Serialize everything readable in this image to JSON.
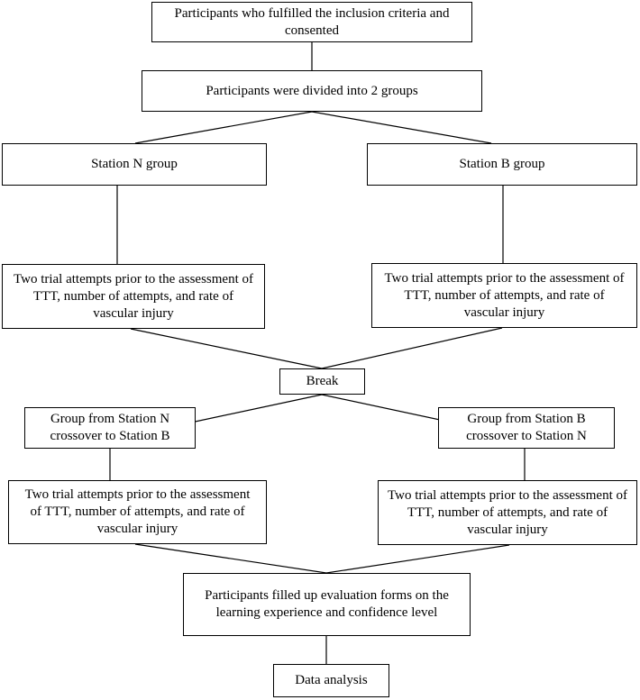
{
  "flowchart": {
    "inclusion": "Participants who fulfilled the inclusion criteria  and consented",
    "divided": "Participants were divided into 2 groups",
    "station_n_group": "Station N group",
    "station_b_group": "Station B group",
    "trial_left_1": "Two trial attempts prior to the assessment of TTT, number of attempts, and rate of vascular injury",
    "trial_right_1": "Two trial attempts prior to the assessment of TTT, number of attempts, and rate of vascular injury",
    "break": "Break",
    "crossover_n_to_b": "Group from Station N crossover to Station B",
    "crossover_b_to_n": "Group from Station B crossover to Station N",
    "trial_left_2": "Two trial attempts prior to the assessment of TTT, number of attempts, and rate of vascular injury",
    "trial_right_2": "Two trial attempts prior to the assessment of TTT, number of attempts, and rate of vascular injury",
    "evaluation": "Participants filled up evaluation forms on the learning experience and confidence level",
    "data_analysis": "Data analysis"
  }
}
